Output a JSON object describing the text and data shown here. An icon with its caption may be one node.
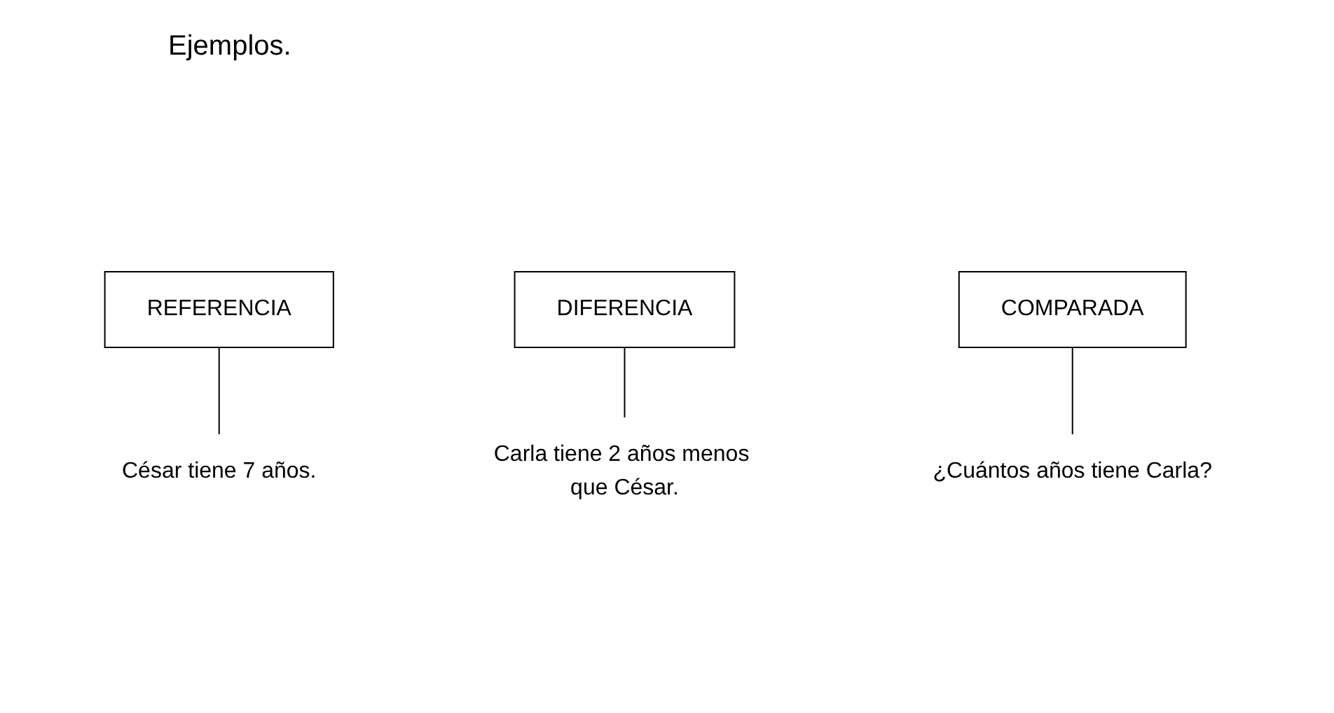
{
  "diagram": {
    "title": "Ejemplos.",
    "nodes": [
      {
        "text": [
          "REFERENCIA"
        ]
      },
      {
        "text": [
          "DIFERENCIA"
        ]
      },
      {
        "text": [
          "César tiene 7 años."
        ]
      },
      {
        "text": [
          "Carla tiene 2 años menos que César."
        ]
      },
      {
        "text": [
          "COMPARADA"
        ]
      },
      {
        "text": [
          "¿Cuántos años tiene Carla?"
        ]
      }
    ],
    "edges": [
      {
        "from": 0,
        "to": 2,
        "arrow": "none"
      },
      {
        "from": 1,
        "to": 3,
        "arrow": "none"
      },
      {
        "from": 4,
        "to": 5,
        "arrow": "none"
      }
    ]
  }
}
